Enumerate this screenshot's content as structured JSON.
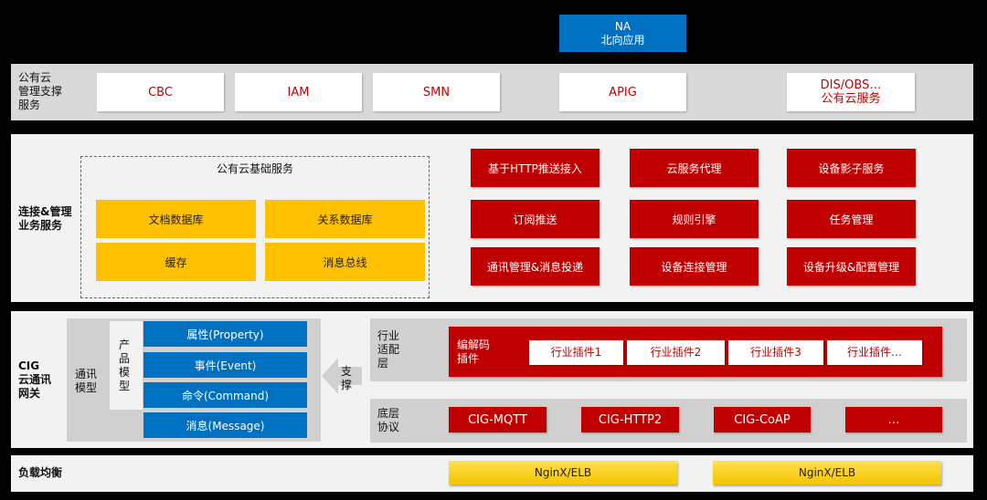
{
  "na": {
    "line1": "NA",
    "line2": "北向应用"
  },
  "public_cloud": {
    "label": [
      "公有云",
      "管理支撑",
      "服务"
    ],
    "items": [
      "CBC",
      "IAM",
      "SMN",
      "APIG"
    ],
    "dis": {
      "line1": "DIS/OBS…",
      "line2": "公有云服务"
    }
  },
  "conn": {
    "label": [
      "连接&管理",
      "业务服务"
    ],
    "base_title": "公有云基础服务",
    "yellow": [
      "文档数据库",
      "关系数据库",
      "缓存",
      "消息总线"
    ],
    "red": [
      "基于HTTP推送接入",
      "云服务代理",
      "设备影子服务",
      "订阅推送",
      "规则引擎",
      "任务管理",
      "通讯管理&消息投递",
      "设备连接管理",
      "设备升级&配置管理"
    ]
  },
  "cig": {
    "label": [
      "CIG",
      "云通讯",
      "网关"
    ],
    "comm_model": [
      "通讯",
      "模型"
    ],
    "product_model": [
      "产",
      "品",
      "模",
      "型"
    ],
    "blue": [
      "属性(Property)",
      "事件(Event)",
      "命令(Command)",
      "消息(Message)"
    ],
    "support": [
      "支",
      "撑"
    ],
    "industry_label": [
      "行业",
      "适配",
      "层"
    ],
    "codec": [
      "编解码",
      "插件"
    ],
    "plugins": [
      "行业插件1",
      "行业插件2",
      "行业插件3",
      "行业插件…"
    ],
    "bottom_label": [
      "底层",
      "协议"
    ],
    "protocols": [
      "CIG-MQTT",
      "CIG-HTTP2",
      "CIG-CoAP",
      "…"
    ]
  },
  "lb": {
    "label": "负载均衡",
    "items": [
      "NginX/ELB",
      "NginX/ELB"
    ]
  },
  "colors": {
    "red": "#c00000",
    "yellow": "#ffc000",
    "blue": "#0070c0",
    "band": "#f2f2f2"
  }
}
